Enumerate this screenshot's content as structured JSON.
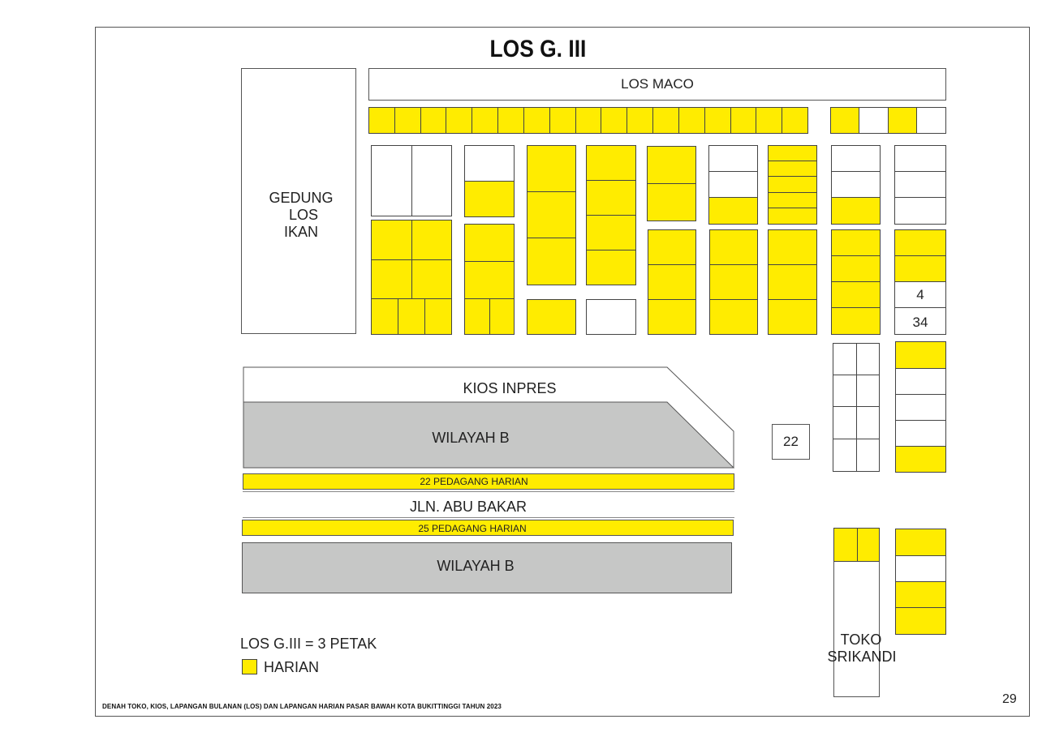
{
  "title": "LOS G. III",
  "labels": {
    "los_maco": "LOS MACO",
    "gedung_line1": "GEDUNG",
    "gedung_line2": "LOS",
    "gedung_line3": "IKAN",
    "kios_inpres": "KIOS INPRES",
    "wilayah_b_top": "WILAYAH B",
    "wilayah_b_bottom": "WILAYAH B",
    "harian_22": "22 PEDAGANG HARIAN",
    "harian_25": "25 PEDAGANG HARIAN",
    "street": "JLN. ABU BAKAR",
    "num_4": "4",
    "num_34": "34",
    "num_22": "22",
    "toko_line1": "TOKO",
    "toko_line2": "SRIKANDI"
  },
  "legend": {
    "summary": "LOS G.III = 3 PETAK",
    "harian": "HARIAN"
  },
  "colors": {
    "harian": "#ffec00",
    "wilayah": "#c6c7c6",
    "empty": "#ffffff"
  },
  "footer": "DENAH TOKO, KIOS, LAPANGAN BULANAN (LOS) DAN LAPANGAN HARIAN PASAR BAWAH KOTA BUKITTINGGI TAHUN 2023",
  "page_number": "29"
}
